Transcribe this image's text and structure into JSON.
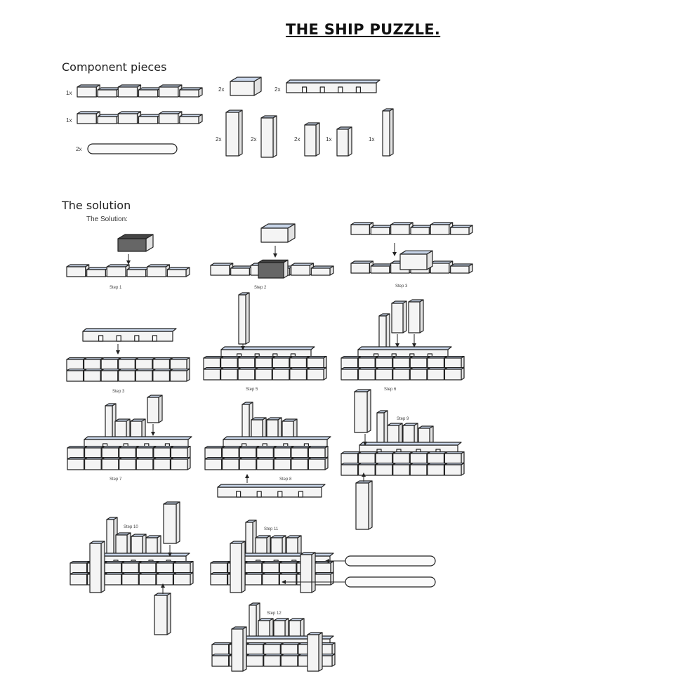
{
  "title": "THE SHIP PUZZLE.",
  "sections": {
    "components_heading": "Component pieces",
    "solution_heading": "The solution",
    "solution_subheading": "The Solution:"
  },
  "component_quantities": {
    "long_beam_a": "1x",
    "long_beam_b": "1x",
    "rod": "2x",
    "short_block": "2x",
    "comb": "2x",
    "tall_bent": "2x",
    "tall_post": "2x",
    "mid_post": "2x",
    "short_post": "1x",
    "mast": "1x"
  },
  "steps": {
    "s1": "Step 1",
    "s2": "Step 2",
    "s3": "Step 3",
    "s4": "Step 3",
    "s5": "Step 5",
    "s6": "Step 6",
    "s7": "Step 7",
    "s8": "Step 8",
    "s9": "Step 9",
    "s10": "Step 10",
    "s11": "Step 11",
    "s12": "Step 12"
  },
  "colors": {
    "line": "#222222",
    "top_face": "#c9d6ea",
    "face": "#f4f4f4",
    "dark_piece": "#444444"
  }
}
